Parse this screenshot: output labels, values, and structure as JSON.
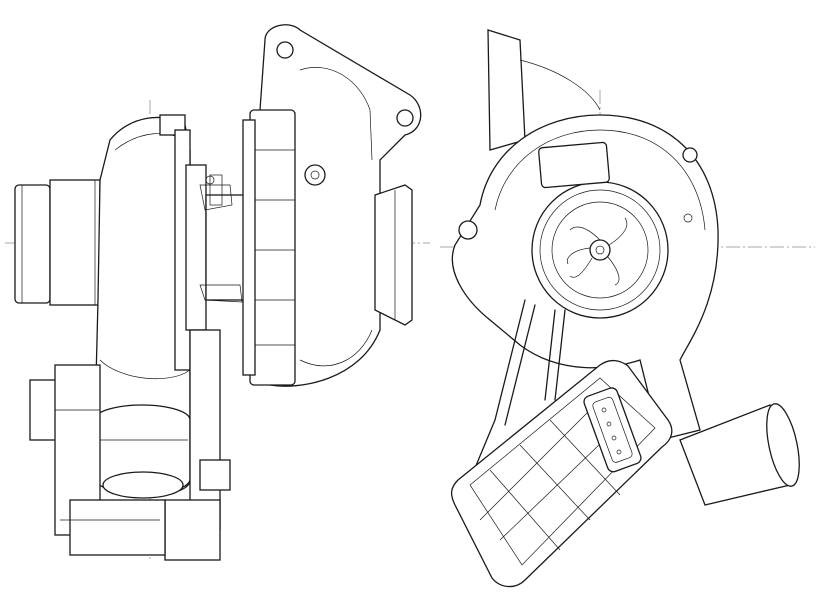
{
  "drawing": {
    "subject": "turbocharger",
    "views": [
      "side-view",
      "front-view"
    ],
    "colors": {
      "line": "#1a1a1a",
      "background": "#ffffff",
      "centerline": "#555555"
    }
  }
}
